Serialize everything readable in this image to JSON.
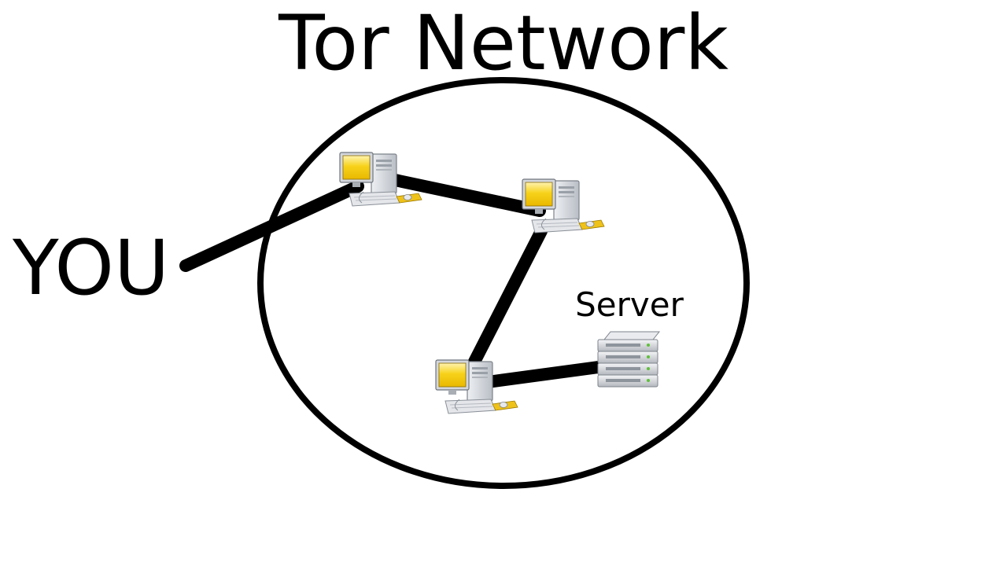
{
  "diagram": {
    "title": "Tor Network",
    "user_label": "YOU",
    "server_label": "Server"
  },
  "nodes": [
    {
      "id": "relay-1",
      "icon": "desktop-computer-icon"
    },
    {
      "id": "relay-2",
      "icon": "desktop-computer-icon"
    },
    {
      "id": "relay-3",
      "icon": "desktop-computer-icon"
    },
    {
      "id": "server",
      "icon": "server-rack-icon"
    }
  ],
  "connections": [
    {
      "from": "you",
      "to": "relay-1"
    },
    {
      "from": "relay-1",
      "to": "relay-2"
    },
    {
      "from": "relay-2",
      "to": "relay-3"
    },
    {
      "from": "relay-3",
      "to": "server"
    }
  ],
  "colors": {
    "ink": "#000000",
    "screen": "#f5c400",
    "screen_highlight": "#ffe98a",
    "case": "#c9cdd3",
    "case_dark": "#8e949c",
    "mouse_pad": "#e8b400"
  }
}
